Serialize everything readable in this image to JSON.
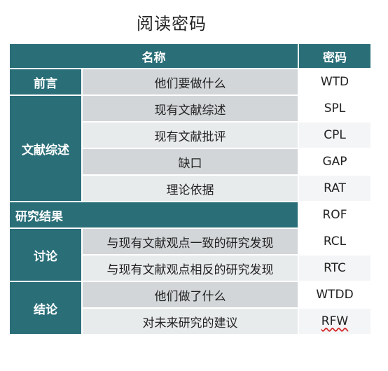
{
  "title": "阅读密码",
  "header": {
    "name_col": "名称",
    "code_col": "密码"
  },
  "groups": [
    {
      "category": "前言",
      "rows": [
        {
          "name": "他们要做什么",
          "code": "WTD"
        }
      ]
    },
    {
      "category": "文献综述",
      "rows": [
        {
          "name": "现有文献综述",
          "code": "SPL"
        },
        {
          "name": "现有文献批评",
          "code": "CPL"
        },
        {
          "name": "缺口",
          "code": "GAP"
        },
        {
          "name": "理论依据",
          "code": "RAT"
        }
      ]
    },
    {
      "category": "研究结果",
      "rows": [
        {
          "name": "",
          "code": "ROF"
        }
      ]
    },
    {
      "category": "讨论",
      "rows": [
        {
          "name": "与现有文献观点一致的研究发现",
          "code": "RCL"
        },
        {
          "name": "与现有文献观点相反的研究发现",
          "code": "RTC"
        }
      ]
    },
    {
      "category": "结论",
      "rows": [
        {
          "name": "他们做了什么",
          "code": "WTDD"
        },
        {
          "name": "对未来研究的建议",
          "code": "RFW"
        }
      ]
    }
  ]
}
